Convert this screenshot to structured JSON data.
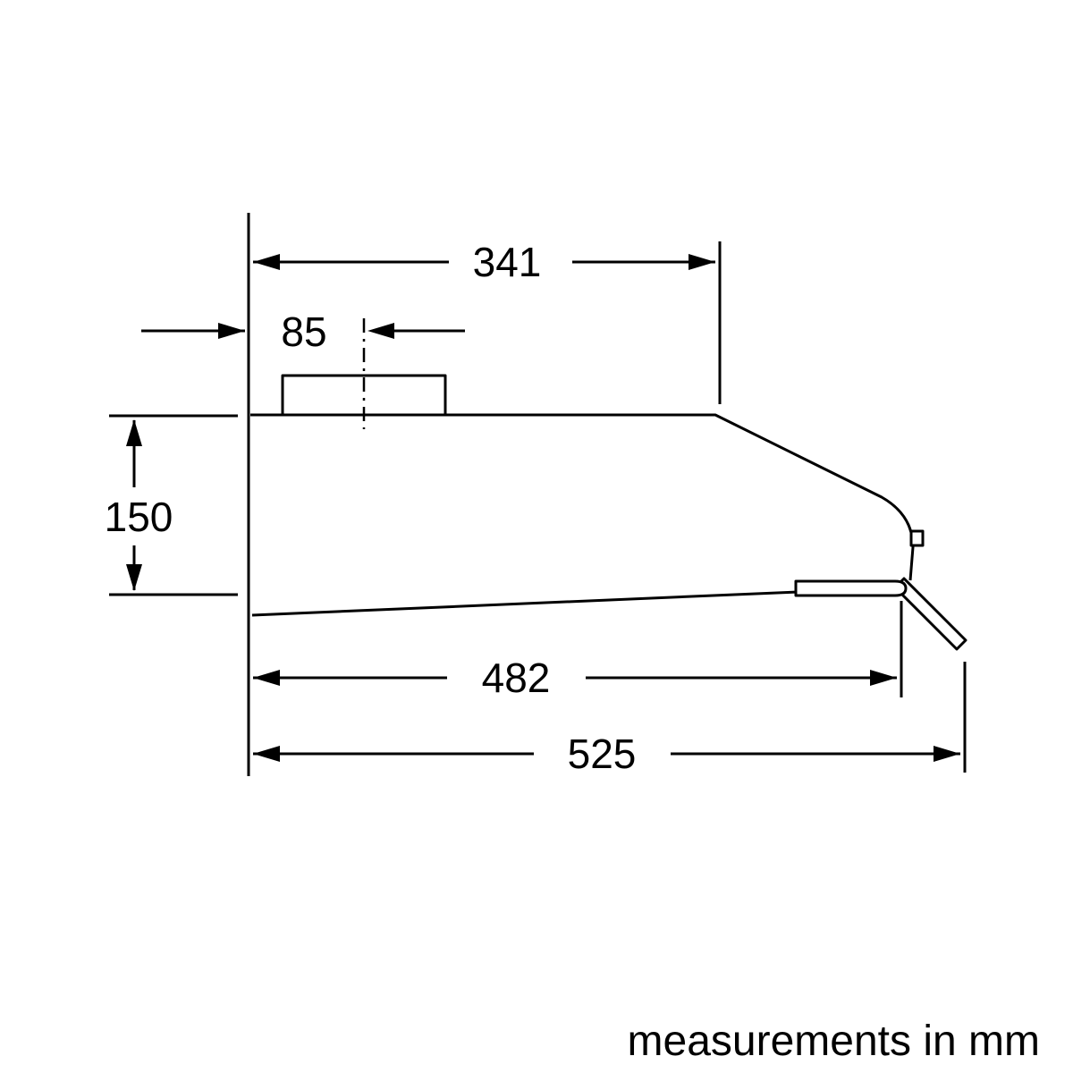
{
  "diagram": {
    "type": "technical-dimension-drawing",
    "unit_note": "measurements in mm"
  },
  "dimensions": {
    "top_width": {
      "label": "341"
    },
    "duct_offset": {
      "label": "85"
    },
    "front_height": {
      "label": "150"
    },
    "body_depth": {
      "label": "482"
    },
    "total_depth": {
      "label": "525"
    }
  },
  "footer": {
    "label": "measurements in mm"
  },
  "colors": {
    "line": "#000000",
    "background": "#ffffff"
  }
}
